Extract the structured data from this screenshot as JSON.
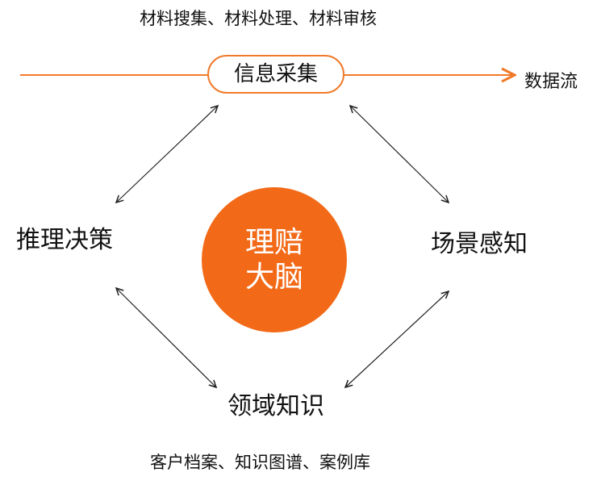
{
  "top_caption": "材料搜集、材料处理、材料审核",
  "collect_node": "信息采集",
  "stream_label": "数据流",
  "center": {
    "line1": "理赔",
    "line2": "大脑"
  },
  "nodes": {
    "left": "推理决策",
    "right": "场景感知",
    "bottom": "领域知识"
  },
  "bottom_caption": "客户档案、知识图谱、案例库",
  "colors": {
    "accent": "#f26a18",
    "stream_line": "#f07a2b",
    "box_border": "#f07a2b",
    "arrow": "#222222",
    "text": "#111111"
  }
}
